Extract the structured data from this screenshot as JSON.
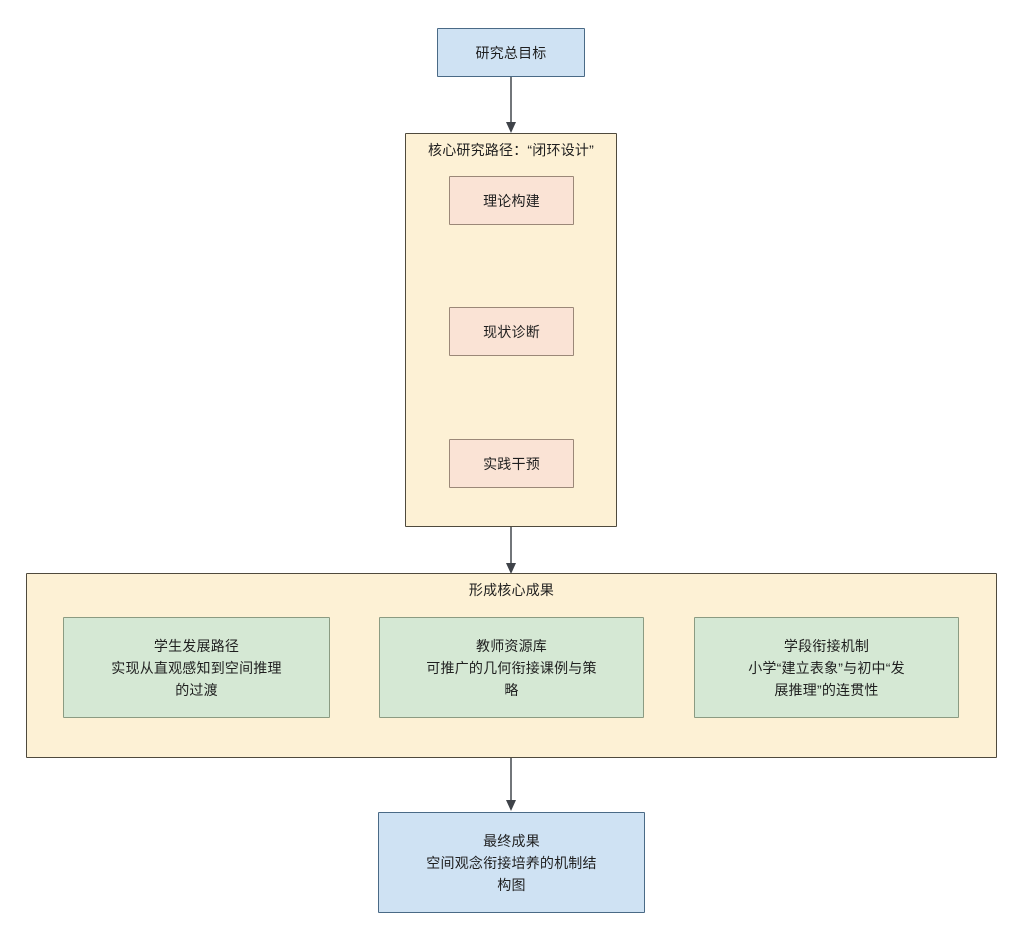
{
  "diagram": {
    "type": "flowchart",
    "direction": "top-down",
    "background": "#ffffff",
    "colors": {
      "blue_fill": "#cfe2f3",
      "blue_stroke": "#4a6a86",
      "peach_fill": "#fae3d5",
      "peach_stroke": "#9b8878",
      "green_fill": "#d5e8d4",
      "green_stroke": "#8b9b82",
      "subgraph_fill": "#fdf1d5",
      "subgraph_stroke": "#4f4a3d",
      "edge_stroke": "#4f5359"
    }
  },
  "nodes": {
    "root_goal": {
      "label": "研究总目标",
      "shape": "rect",
      "style": "blue"
    },
    "theory": {
      "label": "理论构建",
      "shape": "rect",
      "style": "peach"
    },
    "diagnosis": {
      "label": "现状诊断",
      "shape": "rect",
      "style": "peach"
    },
    "intervention": {
      "label": "实践干预",
      "shape": "rect",
      "style": "peach"
    },
    "outcome_student": {
      "label": "学生发展路径\n实现从直观感知到空间推理\n的过渡",
      "shape": "rect",
      "style": "green"
    },
    "outcome_teacher": {
      "label": "教师资源库\n可推广的几何衔接课例与策\n略",
      "shape": "rect",
      "style": "green"
    },
    "outcome_stage": {
      "label": "学段衔接机制\n小学“建立表象”与初中“发\n展推理”的连贯性",
      "shape": "rect",
      "style": "green"
    },
    "final_result": {
      "label": "最终成果\n空间观念衔接培养的机制结\n构图",
      "shape": "rect",
      "style": "blue"
    }
  },
  "subgraphs": {
    "core_path": {
      "title": "核心研究路径：“闭环设计”",
      "children": [
        "theory",
        "diagnosis",
        "intervention"
      ]
    },
    "core_outcomes": {
      "title": "形成核心成果",
      "children": [
        "outcome_student",
        "outcome_teacher",
        "outcome_stage"
      ]
    }
  },
  "edges": [
    {
      "from": "root_goal",
      "to": "core_path",
      "arrow": "arrow"
    },
    {
      "from": "theory",
      "to": "diagnosis",
      "arrow": "arrow"
    },
    {
      "from": "diagnosis",
      "to": "intervention",
      "arrow": "arrow"
    },
    {
      "from": "core_path",
      "to": "core_outcomes",
      "arrow": "arrow"
    },
    {
      "from": "core_outcomes",
      "to": "final_result",
      "arrow": "arrow"
    }
  ]
}
